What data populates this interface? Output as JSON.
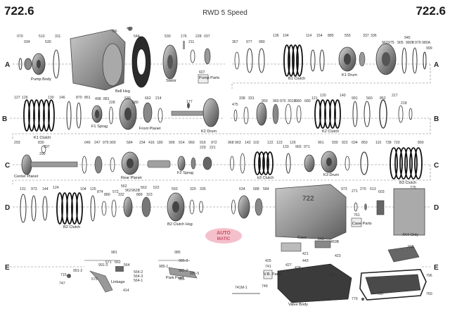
{
  "header": {
    "model_left": "722.6",
    "model_right": "722.6",
    "subtitle": "RWD 5 Speed"
  },
  "row_labels": [
    "A",
    "B",
    "C",
    "D",
    "E"
  ],
  "captions": {
    "pump_body": "Pump Body",
    "stator": "Stator",
    "pump_parts": "Pump Parts",
    "bell_hsg": "Bell Hsg",
    "b1_clutch": "B1 Clutch",
    "k1_drum": "K1 Drum",
    "k1_clutch": "K1 Clutch",
    "f1_sprag": "F1 Sprag",
    "front_planet": "Front Planet",
    "k2_drum": "K2 Drum",
    "k2_clutch": "K2 Clutch",
    "center_planet": "Center Planet",
    "rear_planet": "Rear Planet",
    "f2_sprag": "F2 Sprag",
    "k3_clutch": "k3 Clutch",
    "k3_drum": "K3 Drum",
    "b3_clutch": "B3 Clutch",
    "b2_clutch": "B2 Clutch",
    "b2_clutch_hsg": "B2 Clutch Hsg",
    "case_parts": "Case Parts",
    "case": "Case",
    "4x4_only": "4X4 Only",
    "linkage": "Linkage",
    "park_pawl": "Park Pawl",
    "vb_parts": "V.B. Parts",
    "valve_body": "Valve Body",
    "case_casting": "722"
  },
  "part_numbers": {
    "row_a": [
      "070",
      "034",
      "510",
      "530",
      "311",
      "480",
      "786",
      "544",
      "530",
      "176",
      "211",
      "228",
      "037",
      "607",
      "367",
      "977",
      "980",
      "136",
      "104",
      "114",
      "154",
      "885",
      "555",
      "337",
      "336",
      "945",
      "963",
      "975",
      "905",
      "980B",
      "979",
      "980A",
      "999"
    ],
    "row_b": [
      "127",
      "126",
      "130",
      "146",
      "870",
      "861",
      "498",
      "881",
      "228",
      "630",
      "680",
      "662",
      "214",
      "177",
      "475",
      "338",
      "331",
      "950",
      "960",
      "970",
      "301B",
      "980",
      "680",
      "121",
      "120",
      "140",
      "991",
      "560",
      "852",
      "217",
      "218"
    ],
    "row_c": [
      "293",
      "830",
      "297",
      "296",
      "046",
      "247",
      "584",
      "234",
      "416",
      "180",
      "906",
      "914",
      "969",
      "916",
      "972",
      "975",
      "900",
      "229",
      "221",
      "968",
      "963",
      "142",
      "102",
      "122",
      "123",
      "133",
      "126",
      "965",
      "971",
      "961",
      "930",
      "922",
      "034",
      "850",
      "110",
      "738",
      "720",
      "890"
    ],
    "row_d": [
      "131",
      "973",
      "144",
      "124",
      "104",
      "125",
      "874",
      "880",
      "572",
      "562",
      "962",
      "563",
      "962B",
      "522",
      "332",
      "889",
      "323",
      "550",
      "320",
      "335",
      "973",
      "271",
      "270",
      "613",
      "603",
      "634",
      "688",
      "584",
      "761",
      "775"
    ],
    "row_e": [
      "981",
      "991-2",
      "991-3",
      "571",
      "570",
      "562",
      "564",
      "564-2",
      "564-3",
      "564-1",
      "414",
      "985",
      "985-3",
      "985-1",
      "985-2",
      "985-5",
      "986",
      "747",
      "715",
      "741",
      "425",
      "427",
      "428",
      "443",
      "446",
      "421",
      "423",
      "741M-1",
      "749",
      "015",
      "796",
      "760",
      "779",
      "765",
      "450B",
      "843"
    ]
  }
}
